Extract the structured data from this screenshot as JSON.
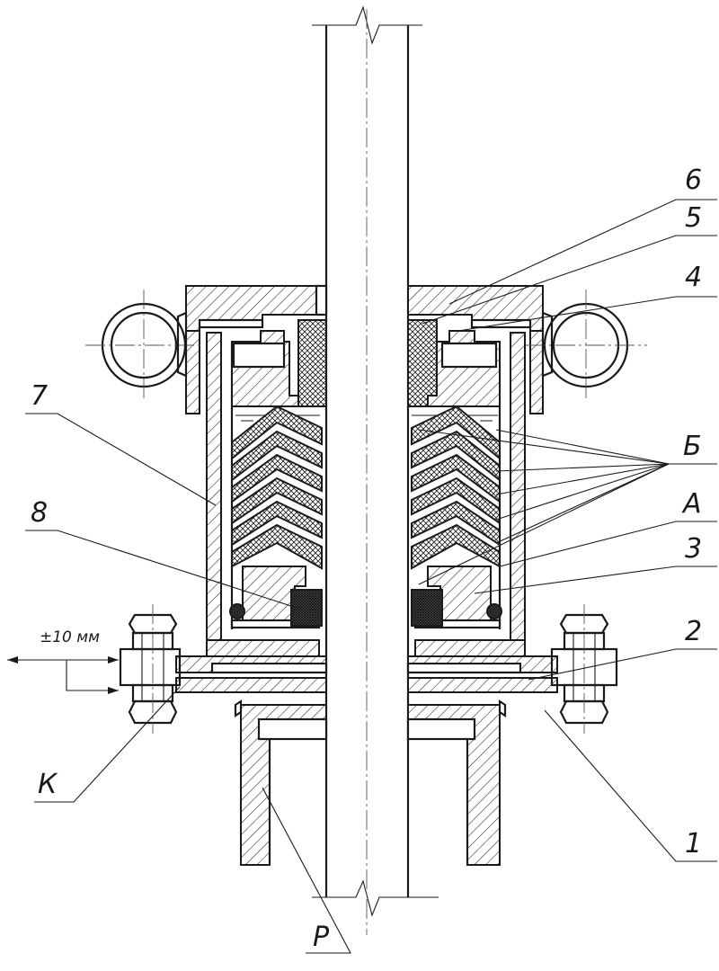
{
  "labels": {
    "part_1": "1",
    "part_2": "2",
    "part_3": "3",
    "part_4": "4",
    "part_5": "5",
    "part_6": "6",
    "part_7": "7",
    "part_8": "8",
    "zone_a": "А",
    "zone_b": "Б",
    "zone_k": "К",
    "zone_p": "Р"
  },
  "dimension": {
    "offset": "±10 мм"
  }
}
